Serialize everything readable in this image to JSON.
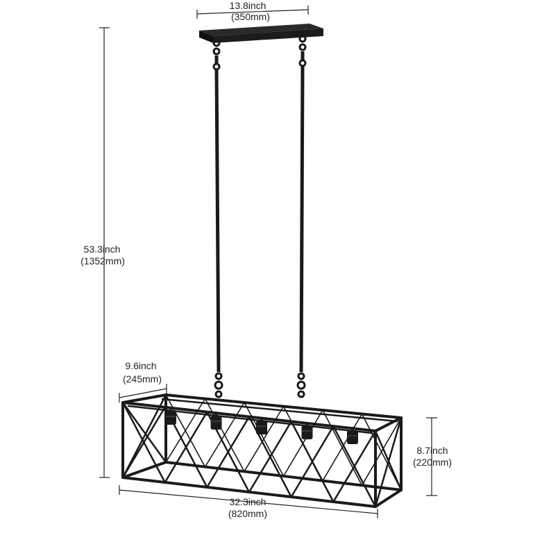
{
  "dimensions": {
    "canopy_width": {
      "inch": "13.8inch",
      "mm": "(350mm)"
    },
    "overall_height": {
      "inch": "53.3inch",
      "mm": "(1352mm)"
    },
    "cage_depth": {
      "inch": "9.6inch",
      "mm": "(245mm)"
    },
    "cage_length": {
      "inch": "32.3inch",
      "mm": "(820mm)"
    },
    "cage_height": {
      "inch": "8.7inch",
      "mm": "(220mm)"
    }
  },
  "colors": {
    "fixture": "#1a1a1a",
    "dimension_line": "#222222",
    "background": "#ffffff"
  },
  "fixture": {
    "bulb_socket_count": 5,
    "suspension_rod_count": 2
  }
}
